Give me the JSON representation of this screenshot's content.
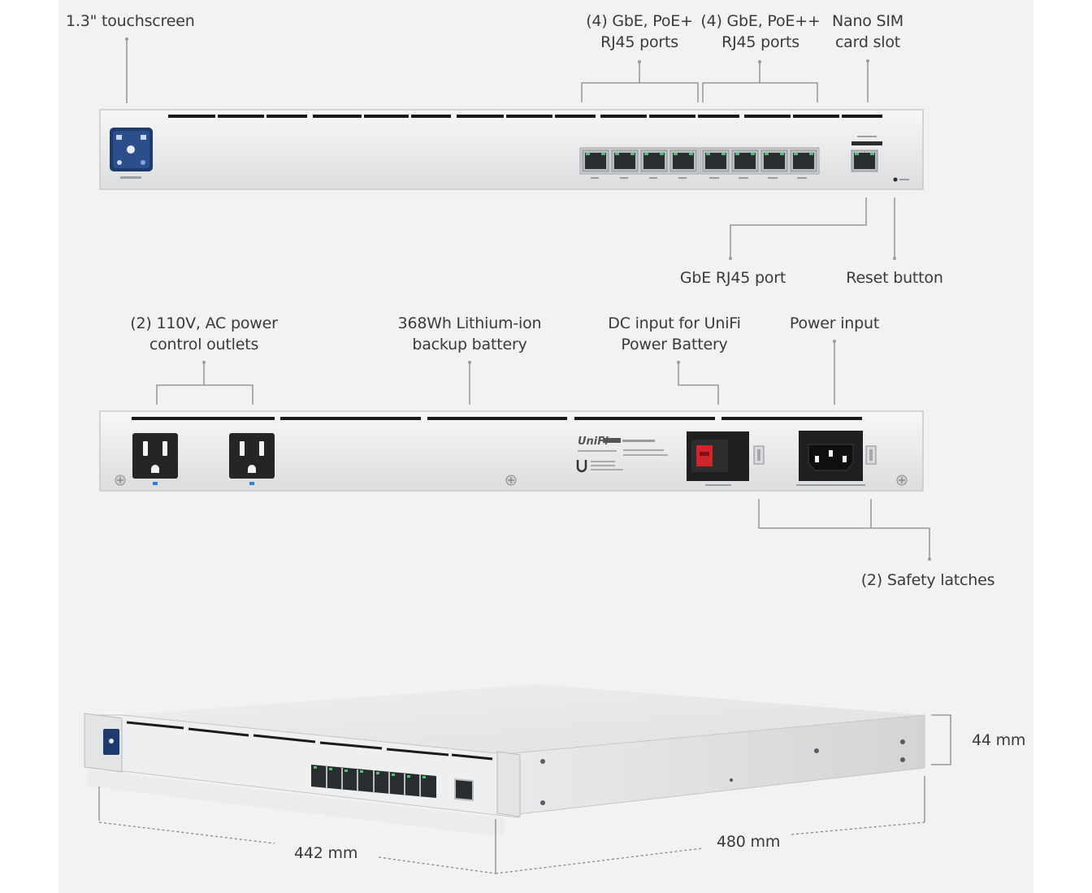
{
  "colors": {
    "background": "#f2f2f2",
    "callout_line": "#9a9a9a",
    "chassis": "#e6e7e8",
    "port_led": "#4fc36b",
    "touchscreen": "#1f3b6e",
    "dc_port": "#d6222a"
  },
  "front_panel": {
    "callouts": {
      "touchscreen": "1.3\" touchscreen",
      "poe_plus_line1": "(4) GbE, PoE+",
      "poe_plus_line2": "RJ45 ports",
      "poe_plusplus_line1": "(4) GbE, PoE++",
      "poe_plusplus_line2": "RJ45 ports",
      "sim_line1": "Nano SIM",
      "sim_line2": "card slot",
      "gbe_port": "GbE RJ45 port",
      "reset": "Reset button"
    },
    "icons": [
      "touchscreen-icon",
      "rj45-port-icon",
      "sim-slot-icon",
      "reset-button-icon"
    ]
  },
  "rear_panel": {
    "callouts": {
      "outlets_line1": "(2) 110V, AC power",
      "outlets_line2": "control outlets",
      "battery_line1": "368Wh Lithium-ion",
      "battery_line2": "backup battery",
      "dc_line1": "DC input for UniFi",
      "dc_line2": "Power Battery",
      "power_input": "Power input",
      "latches": "(2) Safety latches"
    },
    "brand_logo": "UniFi"
  },
  "dimensions": {
    "height": "44 mm",
    "width": "442 mm",
    "depth": "480 mm"
  }
}
